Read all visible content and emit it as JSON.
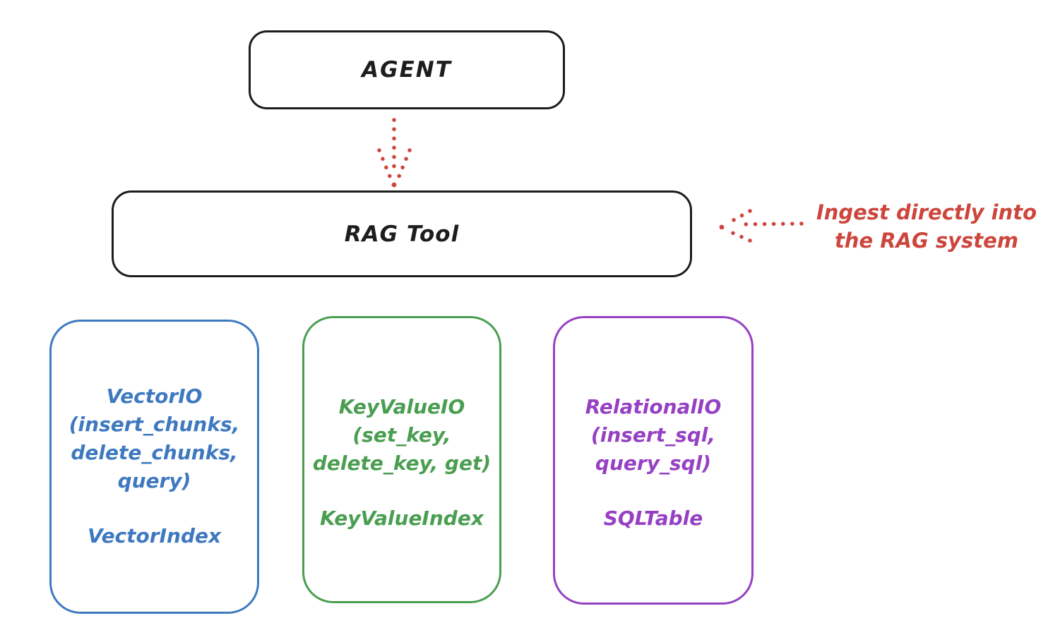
{
  "agent": {
    "label": "AGENT"
  },
  "rag_tool": {
    "label": "RAG Tool"
  },
  "annotation": {
    "text": "Ingest directly into\nthe RAG system"
  },
  "colors": {
    "stroke_black": "#1d1d1d",
    "annotation_red": "#cd463d",
    "vector_blue": "#3e79c0",
    "keyvalue_green": "#4a9e50",
    "relational_purple": "#9640c4",
    "background": "#ffffff"
  },
  "arrows": [
    {
      "name": "dotted-arrow-down",
      "from": "agent-box",
      "to": "rag-tool-box",
      "style": "dotted",
      "color": "#cd463d"
    },
    {
      "name": "dotted-arrow-left",
      "from": "annotation-text",
      "to": "rag-tool-box",
      "style": "dotted",
      "color": "#cd463d"
    }
  ],
  "io_boxes": [
    {
      "id": "vector",
      "body": "VectorIO\n(insert_chunks,\ndelete_chunks,\nquery)",
      "index_label": "VectorIndex",
      "color": "#3e79c0"
    },
    {
      "id": "keyvalue",
      "body": "KeyValueIO\n(set_key,\ndelete_key, get)",
      "index_label": "KeyValueIndex",
      "color": "#4a9e50"
    },
    {
      "id": "relational",
      "body": "RelationalIO\n(insert_sql,\nquery_sql)",
      "index_label": "SQLTable",
      "color": "#9640c4"
    }
  ]
}
